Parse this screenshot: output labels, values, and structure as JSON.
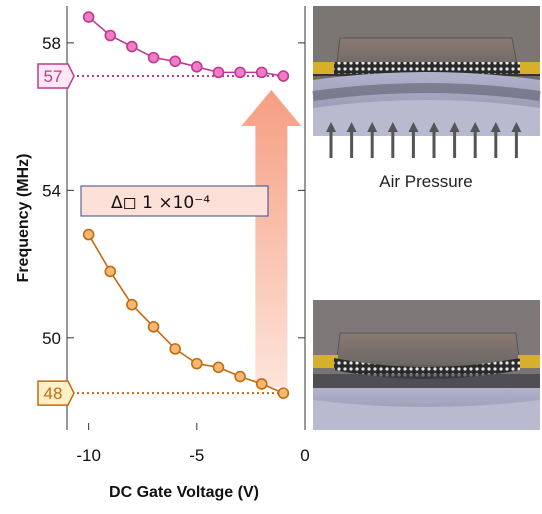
{
  "chart_data": {
    "type": "line",
    "xlabel": "DC Gate Voltage (V)",
    "ylabel": "Frequency (MHz)",
    "xlim": [
      -11,
      0
    ],
    "ylim": [
      47.5,
      59.0
    ],
    "x_ticks": [
      "-10",
      "-5",
      "0"
    ],
    "y_ticks": [
      "50",
      "54",
      "58"
    ],
    "grid": false,
    "series": [
      {
        "color": "#c0398e",
        "marker_fill": "#f07cc8",
        "x": [
          -10,
          -9,
          -8,
          -7,
          -6,
          -5,
          -4,
          -3,
          -2,
          -1
        ],
        "values": [
          58.7,
          58.2,
          57.9,
          57.6,
          57.5,
          57.35,
          57.2,
          57.2,
          57.2,
          57.1
        ]
      },
      {
        "color": "#c56a12",
        "marker_fill": "#f6b872",
        "x": [
          -10,
          -9,
          -8,
          -7,
          -6,
          -5,
          -4,
          -3,
          -2,
          -1
        ],
        "values": [
          52.8,
          51.8,
          50.9,
          50.3,
          49.7,
          49.3,
          49.2,
          48.95,
          48.75,
          48.5
        ]
      }
    ],
    "level_markers": [
      {
        "label": "57",
        "value": 57.1,
        "color": "#c0398e",
        "fill": "#fce8f4"
      },
      {
        "label": "48",
        "value": 48.5,
        "color": "#c56a12",
        "fill": "#fff0c8"
      }
    ],
    "annotation": {
      "text": "Δ◻ 1 ×10⁻⁴",
      "fill": "#fde0d8",
      "border": "#3a4a8a"
    },
    "arrow_color": "#f5a58c"
  },
  "right_panel": {
    "caption": "Air Pressure"
  }
}
